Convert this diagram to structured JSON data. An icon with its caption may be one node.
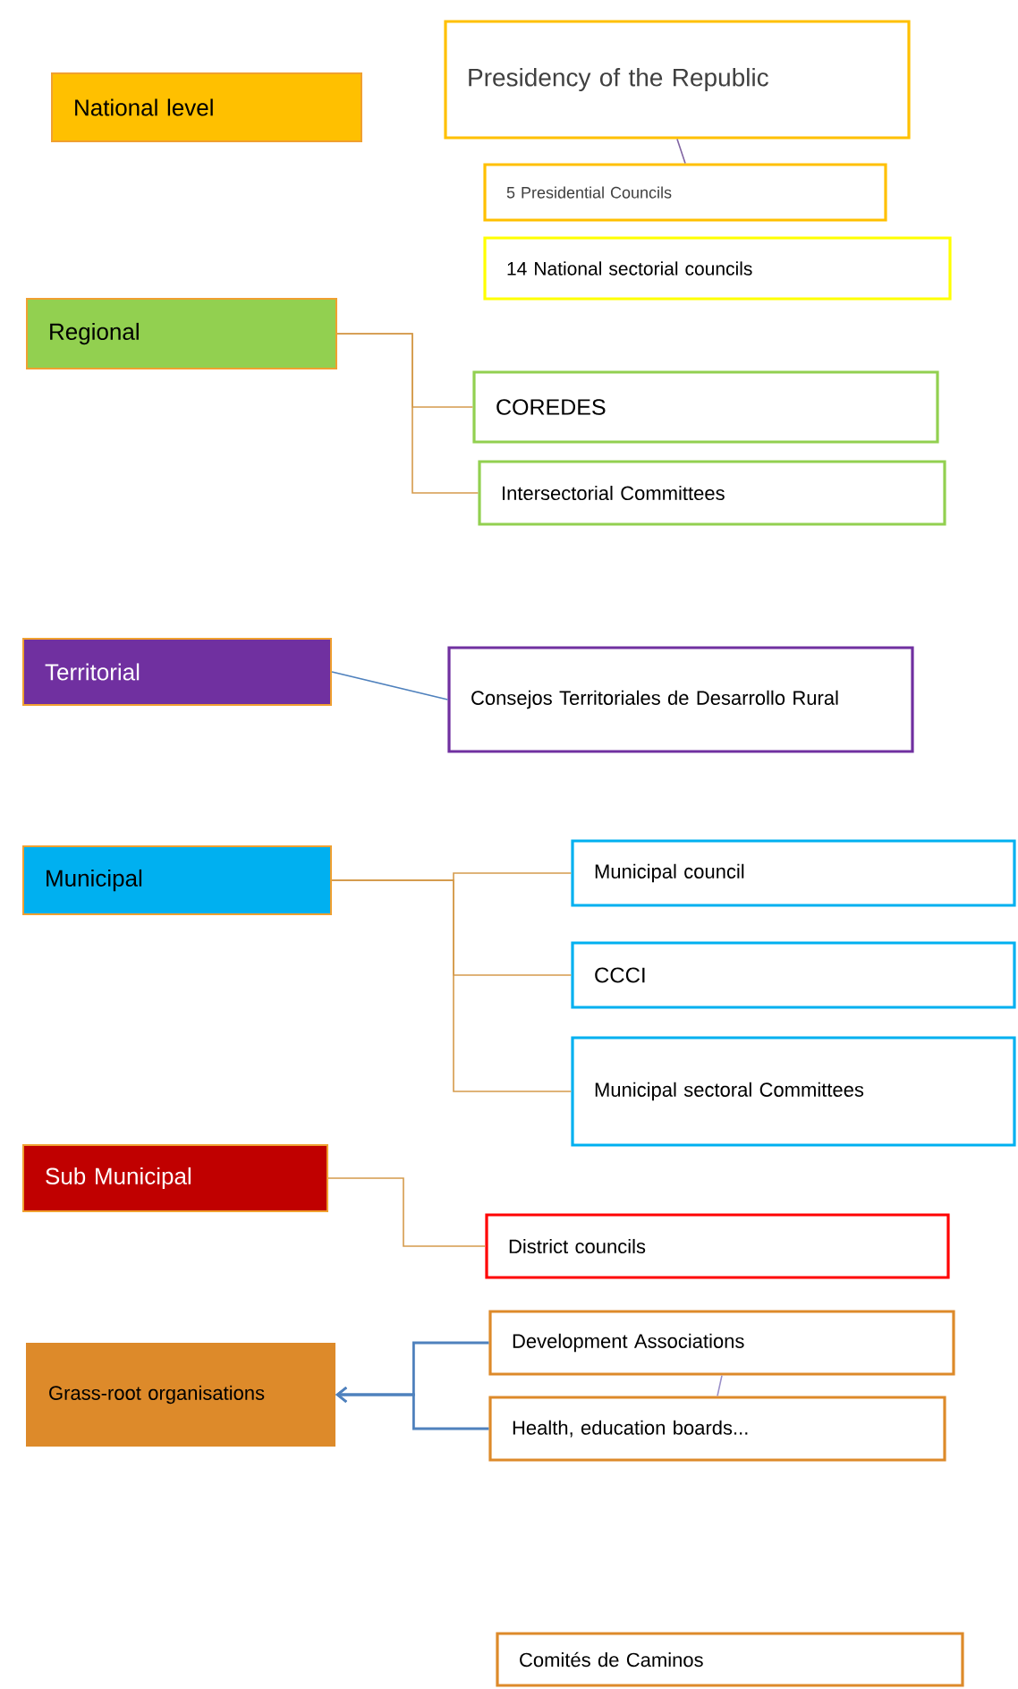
{
  "diagram": {
    "nodes": [
      {
        "text": [
          "National level"
        ]
      },
      {
        "text": [
          "Presidency of the Republic"
        ]
      },
      {
        "text": [
          "5 Presidential Councils"
        ]
      },
      {
        "text": [
          "14 National sectorial councils"
        ]
      },
      {
        "text": [
          "Regional"
        ]
      },
      {
        "text": [
          "COREDES"
        ]
      },
      {
        "text": [
          "Intersectorial Committees"
        ]
      },
      {
        "text": [
          "Territorial"
        ]
      },
      {
        "text": [
          "Consejos Territoriales de Desarrollo Rural"
        ]
      },
      {
        "text": [
          "Municipal"
        ]
      },
      {
        "text": [
          "Municipal council"
        ]
      },
      {
        "text": [
          "CCCI"
        ]
      },
      {
        "text": [
          "Municipal sectoral Committees"
        ]
      },
      {
        "text": [
          "Sub Municipal"
        ]
      },
      {
        "text": [
          "District councils"
        ]
      },
      {
        "text": [
          "Grass-root organisations"
        ]
      },
      {
        "text": [
          "Development Associations"
        ]
      },
      {
        "text": [
          "Health, education boards..."
        ]
      },
      {
        "text": [
          "Comités de Caminos"
        ]
      }
    ],
    "edges": [
      {
        "from": 1,
        "to": 2,
        "arrow": "none",
        "color": "#8064a2"
      },
      {
        "from": 4,
        "to": 5,
        "arrow": "none"
      },
      {
        "from": 4,
        "to": 6,
        "arrow": "none"
      },
      {
        "from": 7,
        "to": 8,
        "arrow": "none",
        "color": "#4f81bd"
      },
      {
        "from": 9,
        "to": 10,
        "arrow": "none"
      },
      {
        "from": 9,
        "to": 11,
        "arrow": "none"
      },
      {
        "from": 9,
        "to": 12,
        "arrow": "none"
      },
      {
        "from": 13,
        "to": 14,
        "arrow": "none"
      },
      {
        "from": 16,
        "to": 15,
        "arrow": "to",
        "color": "#4f81bd"
      },
      {
        "from": 17,
        "to": 15,
        "arrow": "to",
        "color": "#4f81bd"
      },
      {
        "from": 16,
        "to": 17,
        "arrow": "none",
        "color": "#9a8fc8"
      }
    ]
  }
}
